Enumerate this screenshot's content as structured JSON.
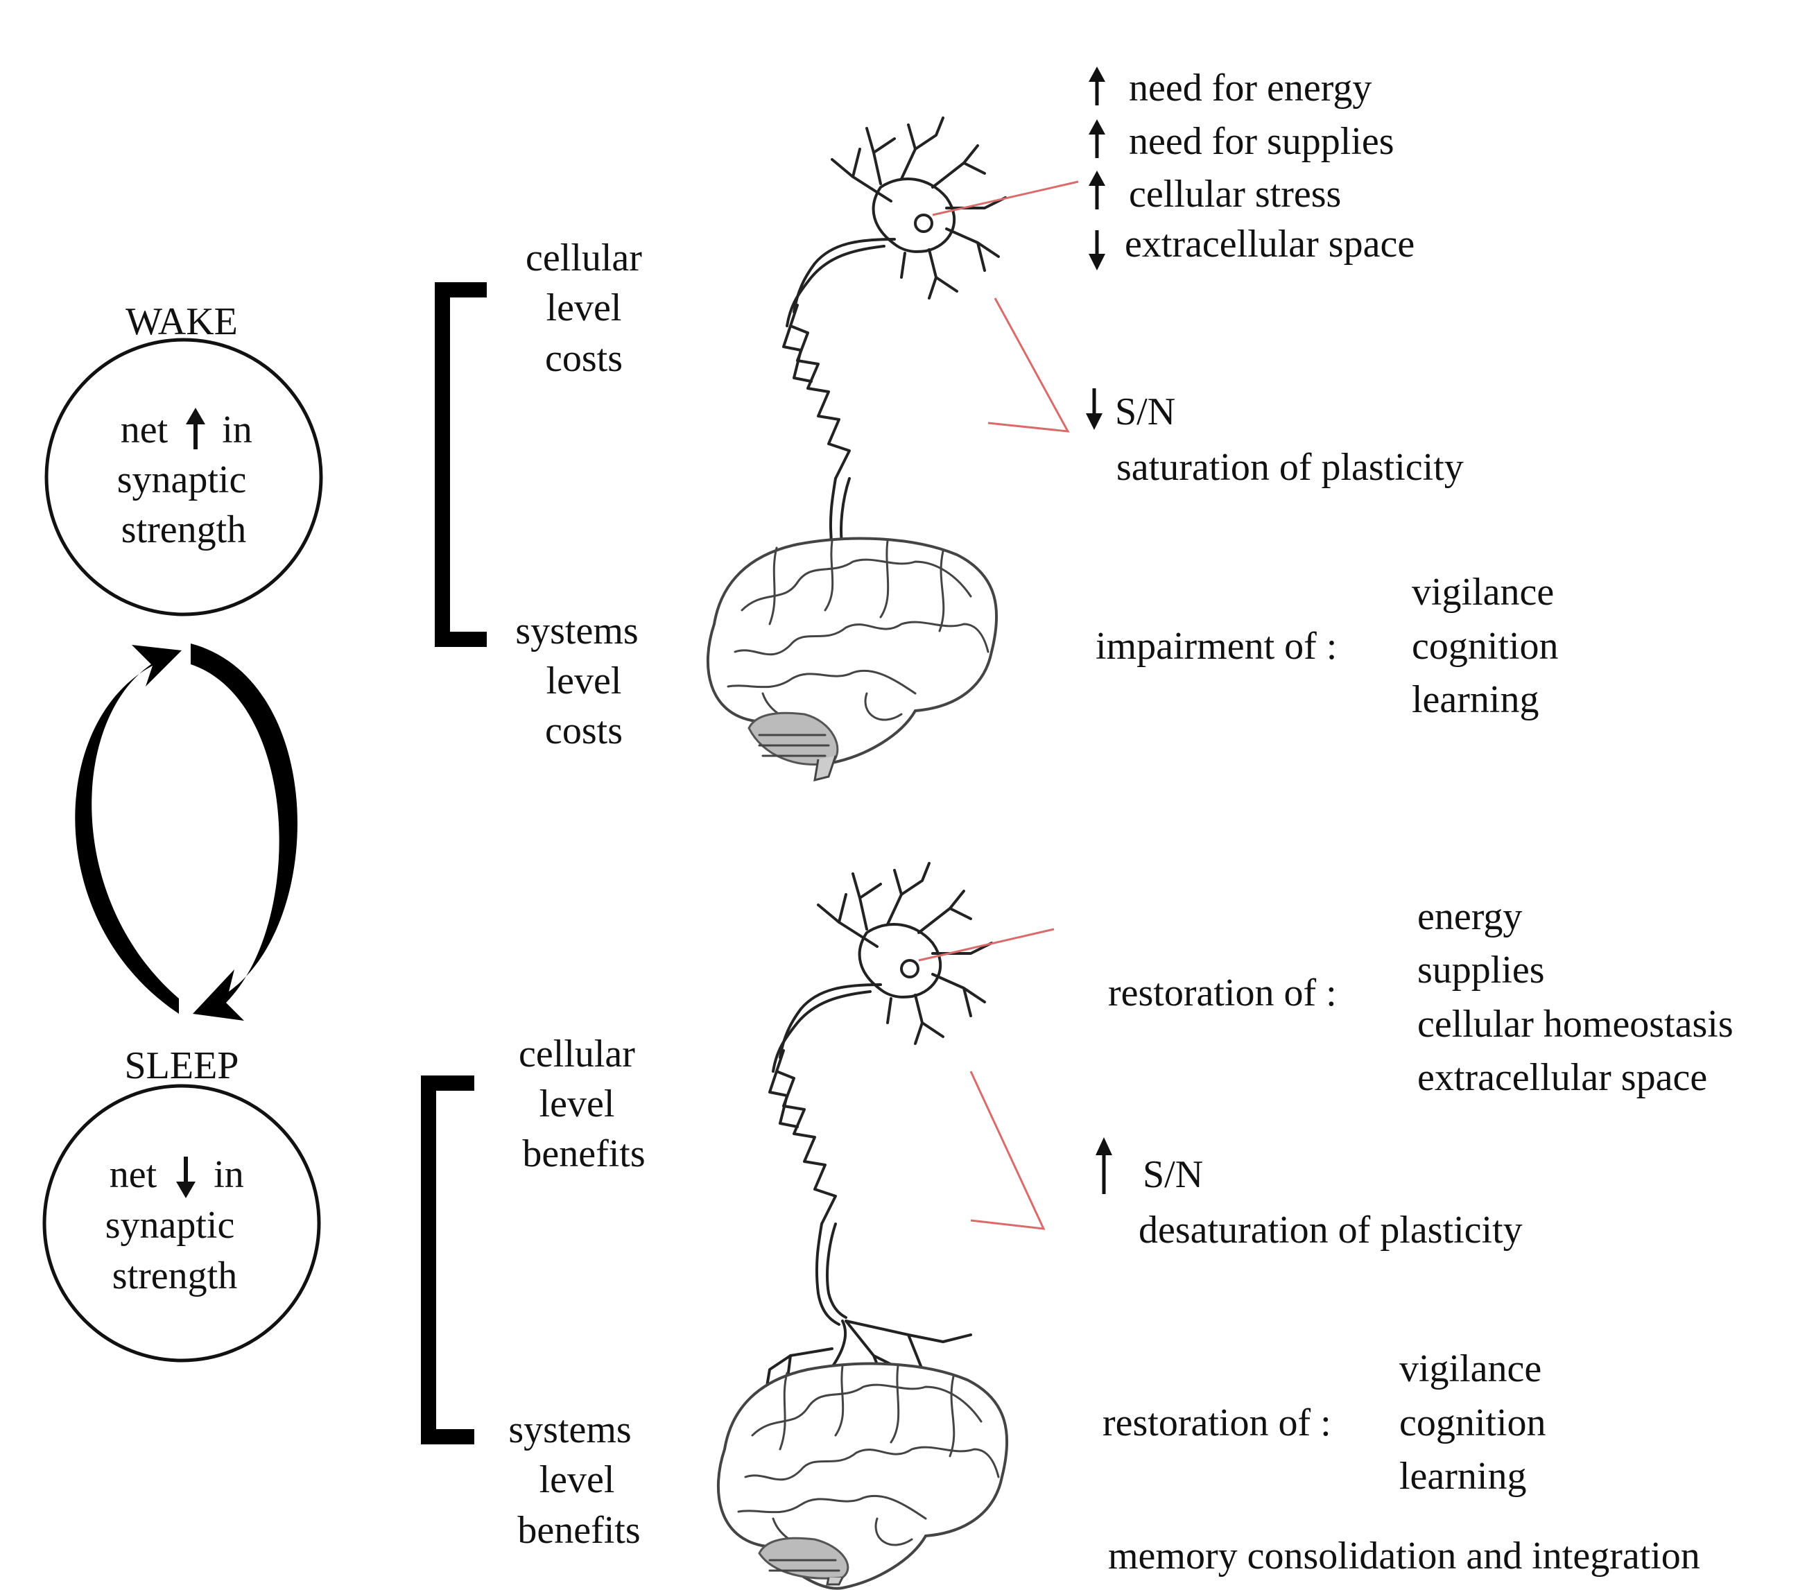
{
  "wake": {
    "title": "WAKE",
    "circle_line1_a": "net",
    "circle_line1_b": "in",
    "circle_line2": "synaptic",
    "circle_line3": "strength",
    "cellular_label": [
      "cellular",
      "level",
      "costs"
    ],
    "systems_label": [
      "systems",
      "level",
      "costs"
    ],
    "cellular_effects": [
      {
        "arrow": "up",
        "text": "need for energy"
      },
      {
        "arrow": "up",
        "text": "need for supplies"
      },
      {
        "arrow": "up",
        "text": "cellular stress"
      },
      {
        "arrow": "down",
        "text": "extracellular space"
      }
    ],
    "sn_arrow": "down",
    "sn_text": "S/N",
    "plasticity_text": "saturation of plasticity",
    "systems_prefix": "impairment of :",
    "systems_items": [
      "vigilance",
      "cognition",
      "learning"
    ]
  },
  "sleep": {
    "title": "SLEEP",
    "circle_line1_a": "net",
    "circle_line1_b": "in",
    "circle_line2": "synaptic",
    "circle_line3": "strength",
    "cellular_label": [
      "cellular",
      "level",
      "benefits"
    ],
    "systems_label": [
      "systems",
      "level",
      "benefits"
    ],
    "cellular_prefix": "restoration of :",
    "cellular_items": [
      "energy",
      "supplies",
      "cellular homeostasis",
      "extracellular space"
    ],
    "sn_arrow": "up",
    "sn_text": "S/N",
    "plasticity_text": "desaturation of plasticity",
    "systems_prefix": "restoration of :",
    "systems_items": [
      "vigilance",
      "cognition",
      "learning"
    ],
    "consolidation_text": "memory consolidation and integration"
  }
}
